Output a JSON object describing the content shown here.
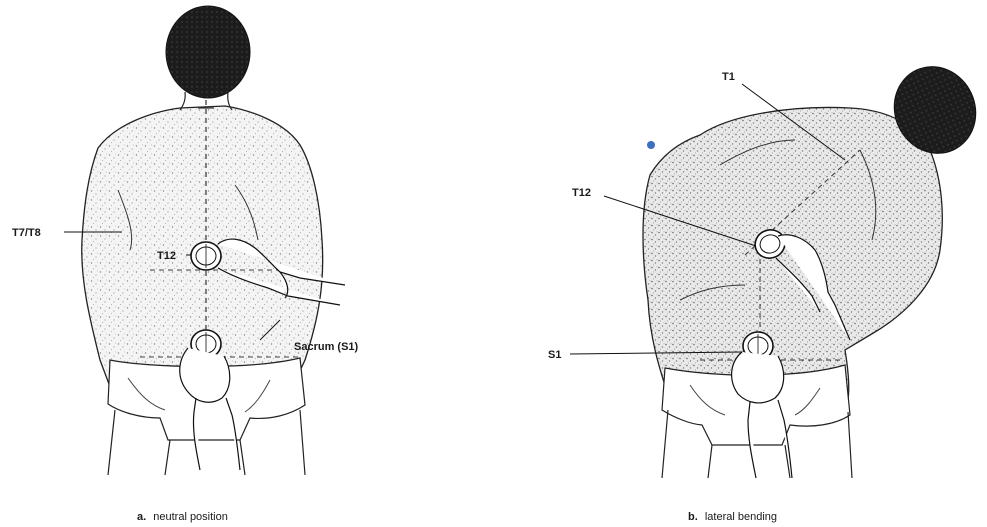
{
  "panels": [
    {
      "caption_letter": "a.",
      "caption_text": "neutral position",
      "labels": {
        "t7t8": "T7/T8",
        "t12": "T12",
        "sacrum": "Sacrum (S1)"
      }
    },
    {
      "caption_letter": "b.",
      "caption_text": "lateral bending",
      "labels": {
        "t1": "T1",
        "t12": "T12",
        "s1": "S1"
      }
    }
  ],
  "marker_color": "#3b6fc4"
}
